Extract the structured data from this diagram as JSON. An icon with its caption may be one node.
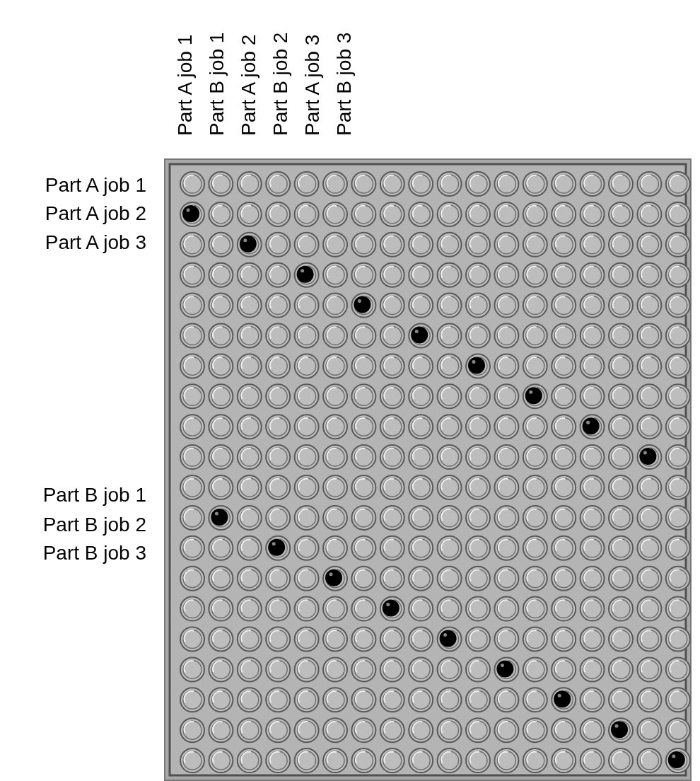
{
  "diagram": {
    "labels": [
      "Part A job 1",
      "Part B job 1",
      "Part A job 2",
      "Part B job 2",
      "Part A job 3",
      "Part B job 3",
      "Part A job 1",
      "Part A job 2",
      "Part A job 3",
      "Part B job 1",
      "Part B job 2",
      "Part B job 3"
    ]
  }
}
